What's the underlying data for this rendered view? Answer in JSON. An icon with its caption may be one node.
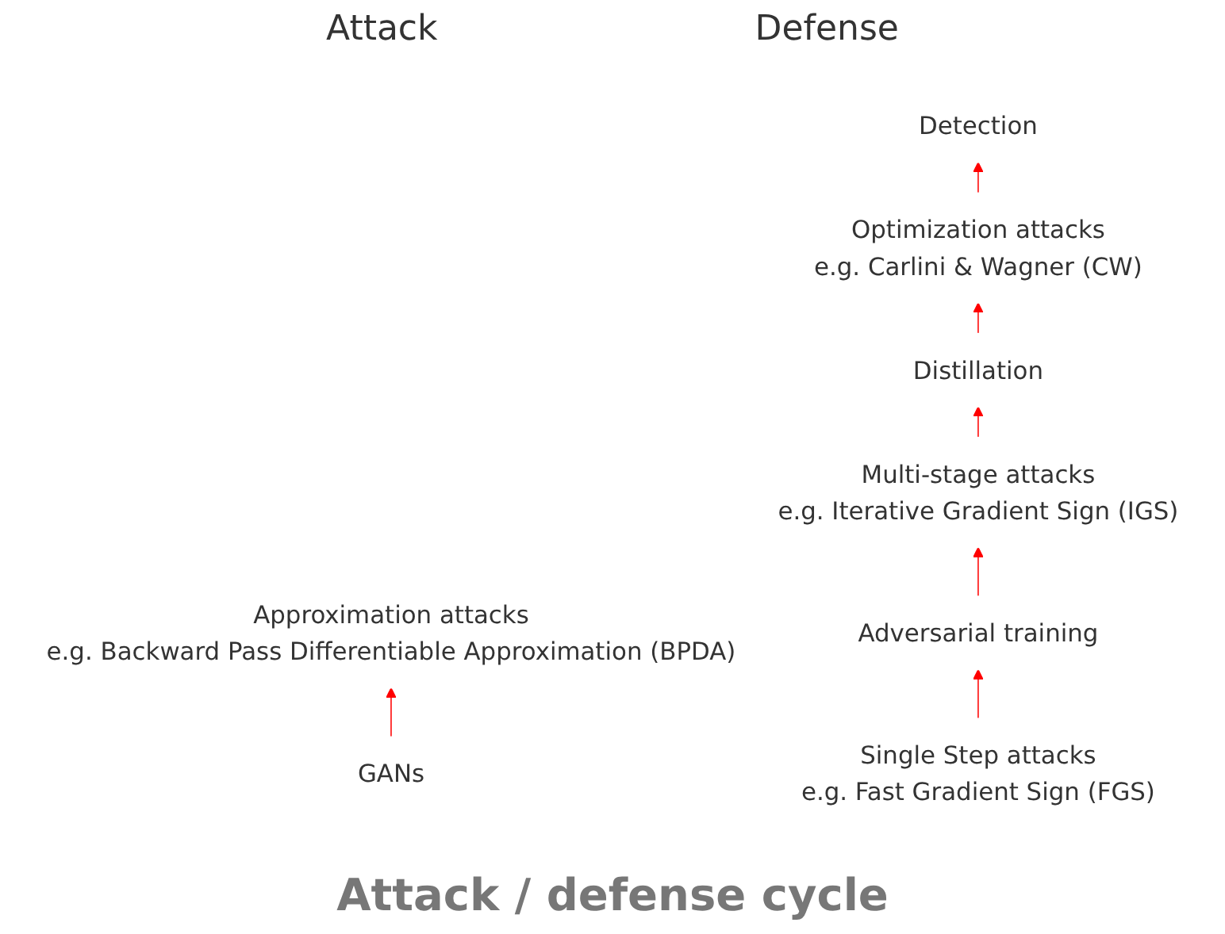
{
  "diagram": {
    "caption": "Attack / defense cycle",
    "nodes": [
      {
        "text": [
          "Approximation attacks",
          "e.g. Backward Pass Differentiable Approximation (BPDA)"
        ]
      },
      {
        "text": [
          "GANs"
        ]
      },
      {
        "text": [
          "Detection"
        ]
      },
      {
        "text": [
          "Optimization attacks",
          "e.g. Carlini & Wagner (CW)"
        ]
      },
      {
        "text": [
          "Distillation"
        ]
      },
      {
        "text": [
          "Multi-stage attacks",
          "e.g. Iterative Gradient Sign (IGS)"
        ]
      },
      {
        "text": [
          "Adversarial training"
        ]
      },
      {
        "text": [
          "Single Step attacks",
          "e.g. Fast Gradient Sign (FGS)"
        ]
      }
    ],
    "edges": [
      {
        "from": 1,
        "to": 0,
        "arrow": "to",
        "color": "#ff0000"
      },
      {
        "from": 3,
        "to": 2,
        "arrow": "to",
        "color": "#ff0000"
      },
      {
        "from": 4,
        "to": 3,
        "arrow": "to",
        "color": "#ff0000"
      },
      {
        "from": 5,
        "to": 4,
        "arrow": "to",
        "color": "#ff0000"
      },
      {
        "from": 6,
        "to": 5,
        "arrow": "to",
        "color": "#ff0000"
      },
      {
        "from": 7,
        "to": 6,
        "arrow": "to",
        "color": "#ff0000"
      }
    ],
    "labels": [
      "Attack",
      "Defense"
    ]
  }
}
